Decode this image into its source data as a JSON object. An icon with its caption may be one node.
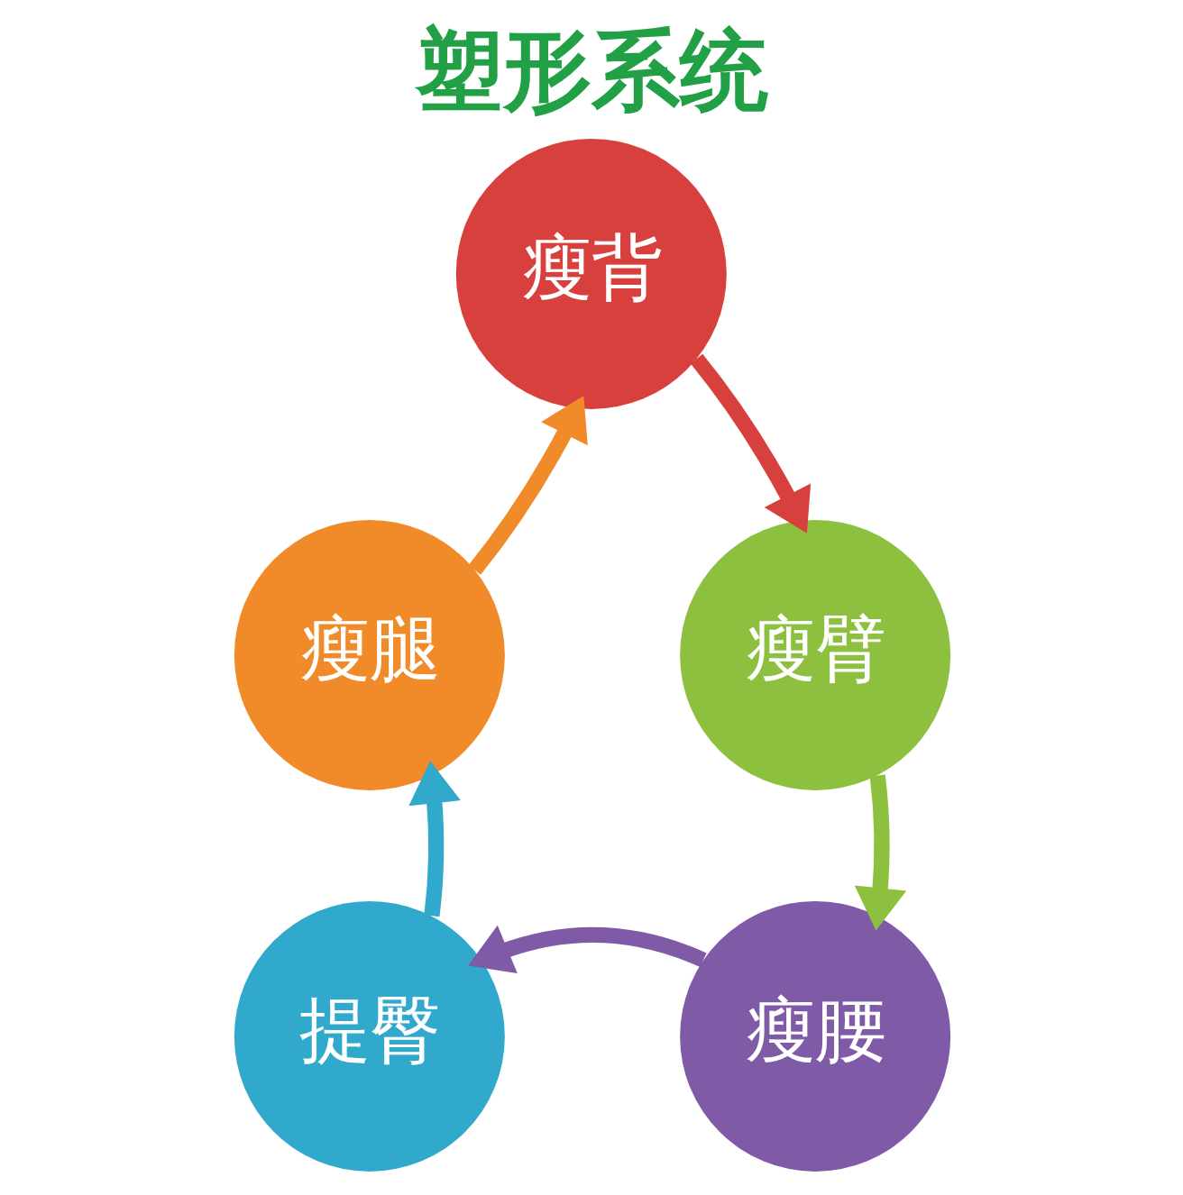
{
  "diagram": {
    "title": "塑形系统",
    "nodes": [
      {
        "text": [
          "瘦背"
        ]
      },
      {
        "text": [
          "瘦臂"
        ]
      },
      {
        "text": [
          "瘦腰"
        ]
      },
      {
        "text": [
          "提臀"
        ]
      },
      {
        "text": [
          "瘦腿"
        ]
      }
    ],
    "edges": [
      {
        "from": 0,
        "to": 1,
        "arrow": "to",
        "color": "#d8403e"
      },
      {
        "from": 1,
        "to": 2,
        "arrow": "to",
        "color": "#8dc03f"
      },
      {
        "from": 2,
        "to": 3,
        "arrow": "to",
        "color": "#7f5aa6"
      },
      {
        "from": 3,
        "to": 4,
        "arrow": "to",
        "color": "#30a9cc"
      },
      {
        "from": 4,
        "to": 0,
        "arrow": "to",
        "color": "#f18b2a"
      }
    ]
  }
}
